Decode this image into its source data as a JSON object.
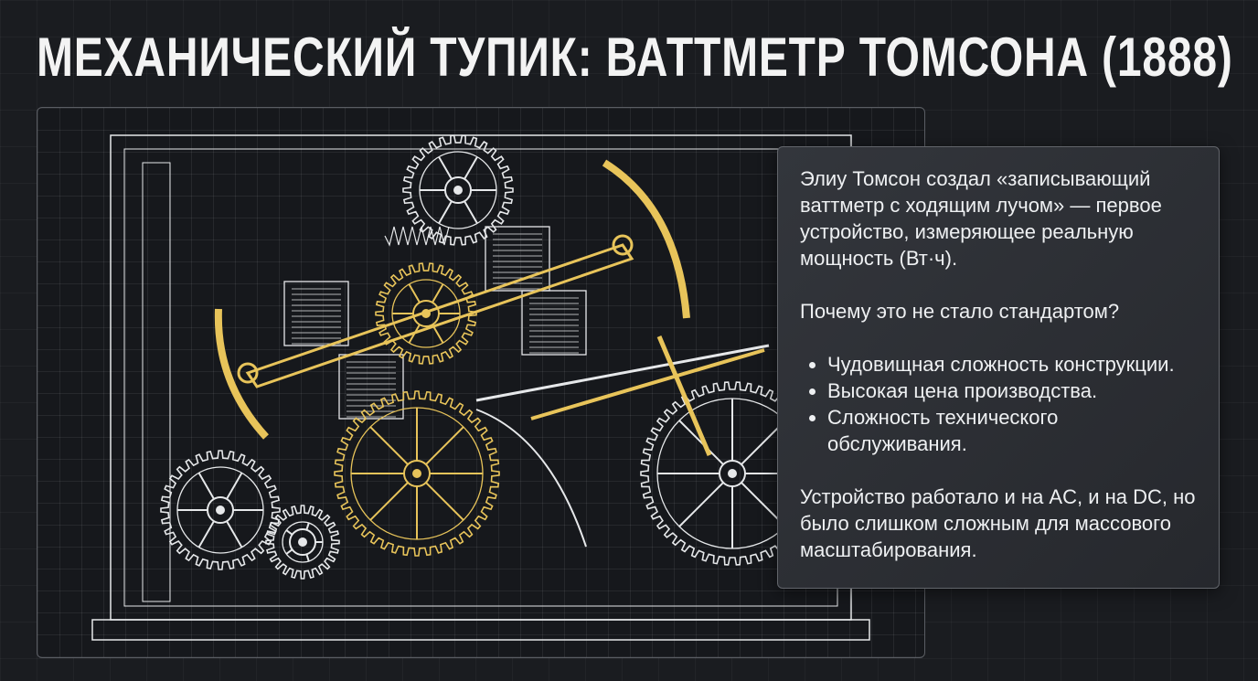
{
  "title": "МЕХАНИЧЕСКИЙ ТУПИК: ВАТТМЕТР ТОМСОНА (1888)",
  "card": {
    "intro": "Элиу Томсон создал «записывающий ваттметр с ходящим лучом» — первое устройство, измеряющее реальную мощность (Вт·ч).",
    "question": "Почему это не стало стандартом?",
    "reasons": [
      "Чудовищная сложность конструкции.",
      "Высокая цена производства.",
      "Сложность технического обслуживания."
    ],
    "conclusion": "Устройство работало и на AC, и на DC, но было слишком сложным для массового масштабирования."
  },
  "colors": {
    "accent_gold": "#e8c45a",
    "line_white": "#e6e8ea",
    "background": "#1a1c20"
  }
}
